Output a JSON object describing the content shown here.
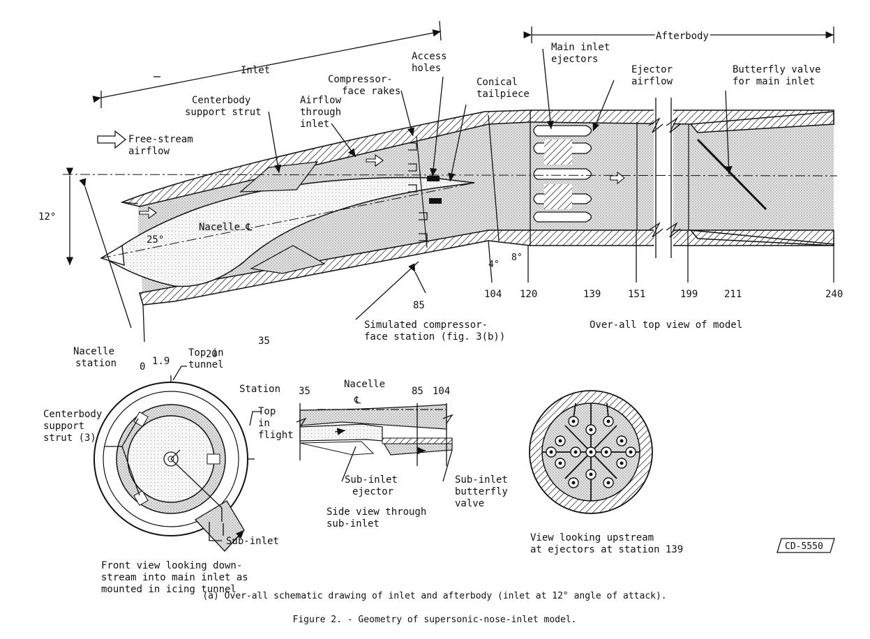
{
  "top_view": {
    "inlet_label": "Inlet",
    "afterbody_label": "Afterbody",
    "free_stream": "Free-stream\nairflow",
    "centerbody_strut": "Centerbody\nsupport strut",
    "airflow_inlet": "Airflow\nthrough\ninlet",
    "compressor_rakes": "Compressor-\nface rakes",
    "access_holes": "Access\nholes",
    "conical_tailpiece": "Conical\ntailpiece",
    "main_inlet_ejectors": "Main inlet\nejectors",
    "ejector_airflow": "Ejector\nairflow",
    "butterfly_valve": "Butterfly valve\nfor main inlet",
    "angle_12": "12°",
    "angle_25": "25°",
    "angle_4": "4°",
    "angle_8": "8°",
    "nacelle_cl": "Nacelle ℄",
    "simulated_station": "Simulated compressor-\nface station (fig. 3(b))",
    "overall_top_view": "Over-all top view of model",
    "nacelle_station": "Nacelle\nstation",
    "stations": [
      "0",
      "1.9",
      "20",
      "35",
      "85",
      "104",
      "120",
      "139",
      "151",
      "199",
      "211",
      "240"
    ]
  },
  "front_view": {
    "top_in_tunnel": "Top in\ntunnel",
    "top_in_flight": "Top\nin\nflight",
    "centerbody_strut_3": "Centerbody\nsupport\nstrut (3)",
    "sub_inlet": "Sub-inlet",
    "caption": "Front view looking down-\nstream into main inlet as\nmounted in icing tunnel"
  },
  "side_view": {
    "station_label": "Station",
    "nacelle": "Nacelle",
    "cl": "℄",
    "stations": [
      "35",
      "85",
      "104"
    ],
    "sub_inlet_ejector": "Sub-inlet\nejector",
    "sub_inlet_butterfly": "Sub-inlet\nbutterfly\nvalve",
    "caption": "Side view through\nsub-inlet"
  },
  "upstream_view": {
    "caption": "View looking upstream\nat ejectors at station 139"
  },
  "cd_number": "CD-5550",
  "subcaption": "(a) Over-all schematic drawing of inlet and afterbody (inlet at 12° angle of attack).",
  "figure_caption": "Figure 2. - Geometry of supersonic-nose-inlet model."
}
